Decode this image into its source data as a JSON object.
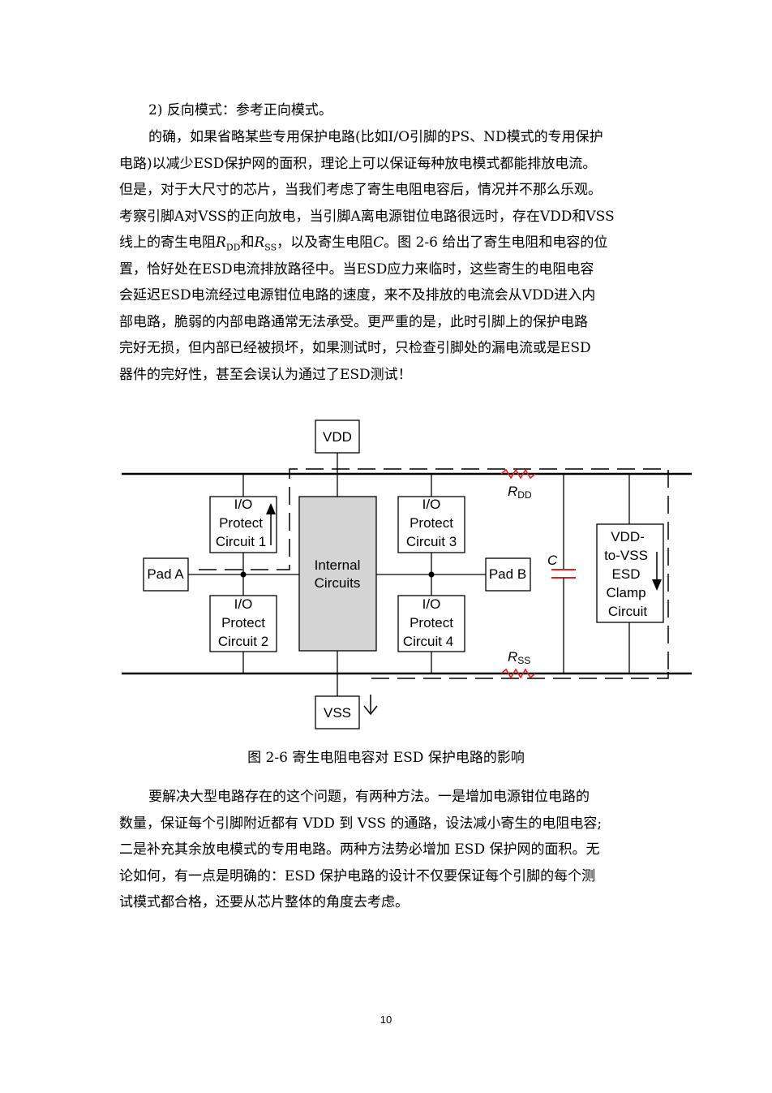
{
  "section_item": "2) 反向模式：参考正向模式。",
  "paragraph1_lines": [
    "的确，如果省略某些专用保护电路(比如I/O引脚的PS、ND模式的专用保护",
    "电路)以减少ESD保护网的面积，理论上可以保证每种放电模式都能排放电流。",
    "但是，对于大尺寸的芯片，当我们考虑了寄生电阻电容后，情况并不那么乐观。",
    "考察引脚A对VSS的正向放电，当引脚A离电源钳位电路很远时，存在VDD和VSS",
    "线上的寄生电阻R_DD和R_SS，以及寄生电阻C。图 2-6 给出了寄生电阻和电容的位",
    "置，恰好处在ESD电流排放路径中。当ESD应力来临时，这些寄生的电阻电容",
    "会延迟ESD电流经过电源钳位电路的速度，来不及排放的电流会从VDD进入内",
    "部电路，脆弱的内部电路通常无法承受。更严重的是，此时引脚上的保护电路",
    "完好无损，但内部已经被损坏，如果测试时，只检查引脚处的漏电流或是ESD",
    "器件的完好性，甚至会误认为通过了ESD测试！"
  ],
  "figure": {
    "vdd_label": "VDD",
    "vss_label": "VSS",
    "pad_a": "Pad A",
    "pad_b": "Pad B",
    "internal_line1": "Internal",
    "internal_line2": "Circuits",
    "io1": [
      "I/O",
      "Protect",
      "Circuit 1"
    ],
    "io2": [
      "I/O",
      "Protect",
      "Circuit 2"
    ],
    "io3": [
      "I/O",
      "Protect",
      "Circuit 3"
    ],
    "io4": [
      "I/O",
      "Protect",
      "Circuit 4"
    ],
    "clamp": [
      "VDD-",
      "to-VSS",
      "ESD",
      "Clamp",
      "Circuit"
    ],
    "r_dd_main": "R",
    "r_dd_sub": "DD",
    "r_ss_main": "R",
    "r_ss_sub": "SS",
    "cap_label": "C",
    "accent_red": "#e0201e",
    "internal_fill": "#d4d4d4"
  },
  "caption": "图 2-6    寄生电阻电容对 ESD 保护电路的影响",
  "paragraph2_lines": [
    "要解决大型电路存在的这个问题，有两种方法。一是增加电源钳位电路的",
    "数量，保证每个引脚附近都有 VDD 到 VSS 的通路，设法减小寄生的电阻电容;",
    "二是补充其余放电模式的专用电路。两种方法势必增加 ESD 保护网的面积。无",
    "论如何，有一点是明确的：ESD 保护电路的设计不仅要保证每个引脚的每个测",
    "试模式都合格，还要从芯片整体的角度去考虑。"
  ],
  "page_number": "10"
}
